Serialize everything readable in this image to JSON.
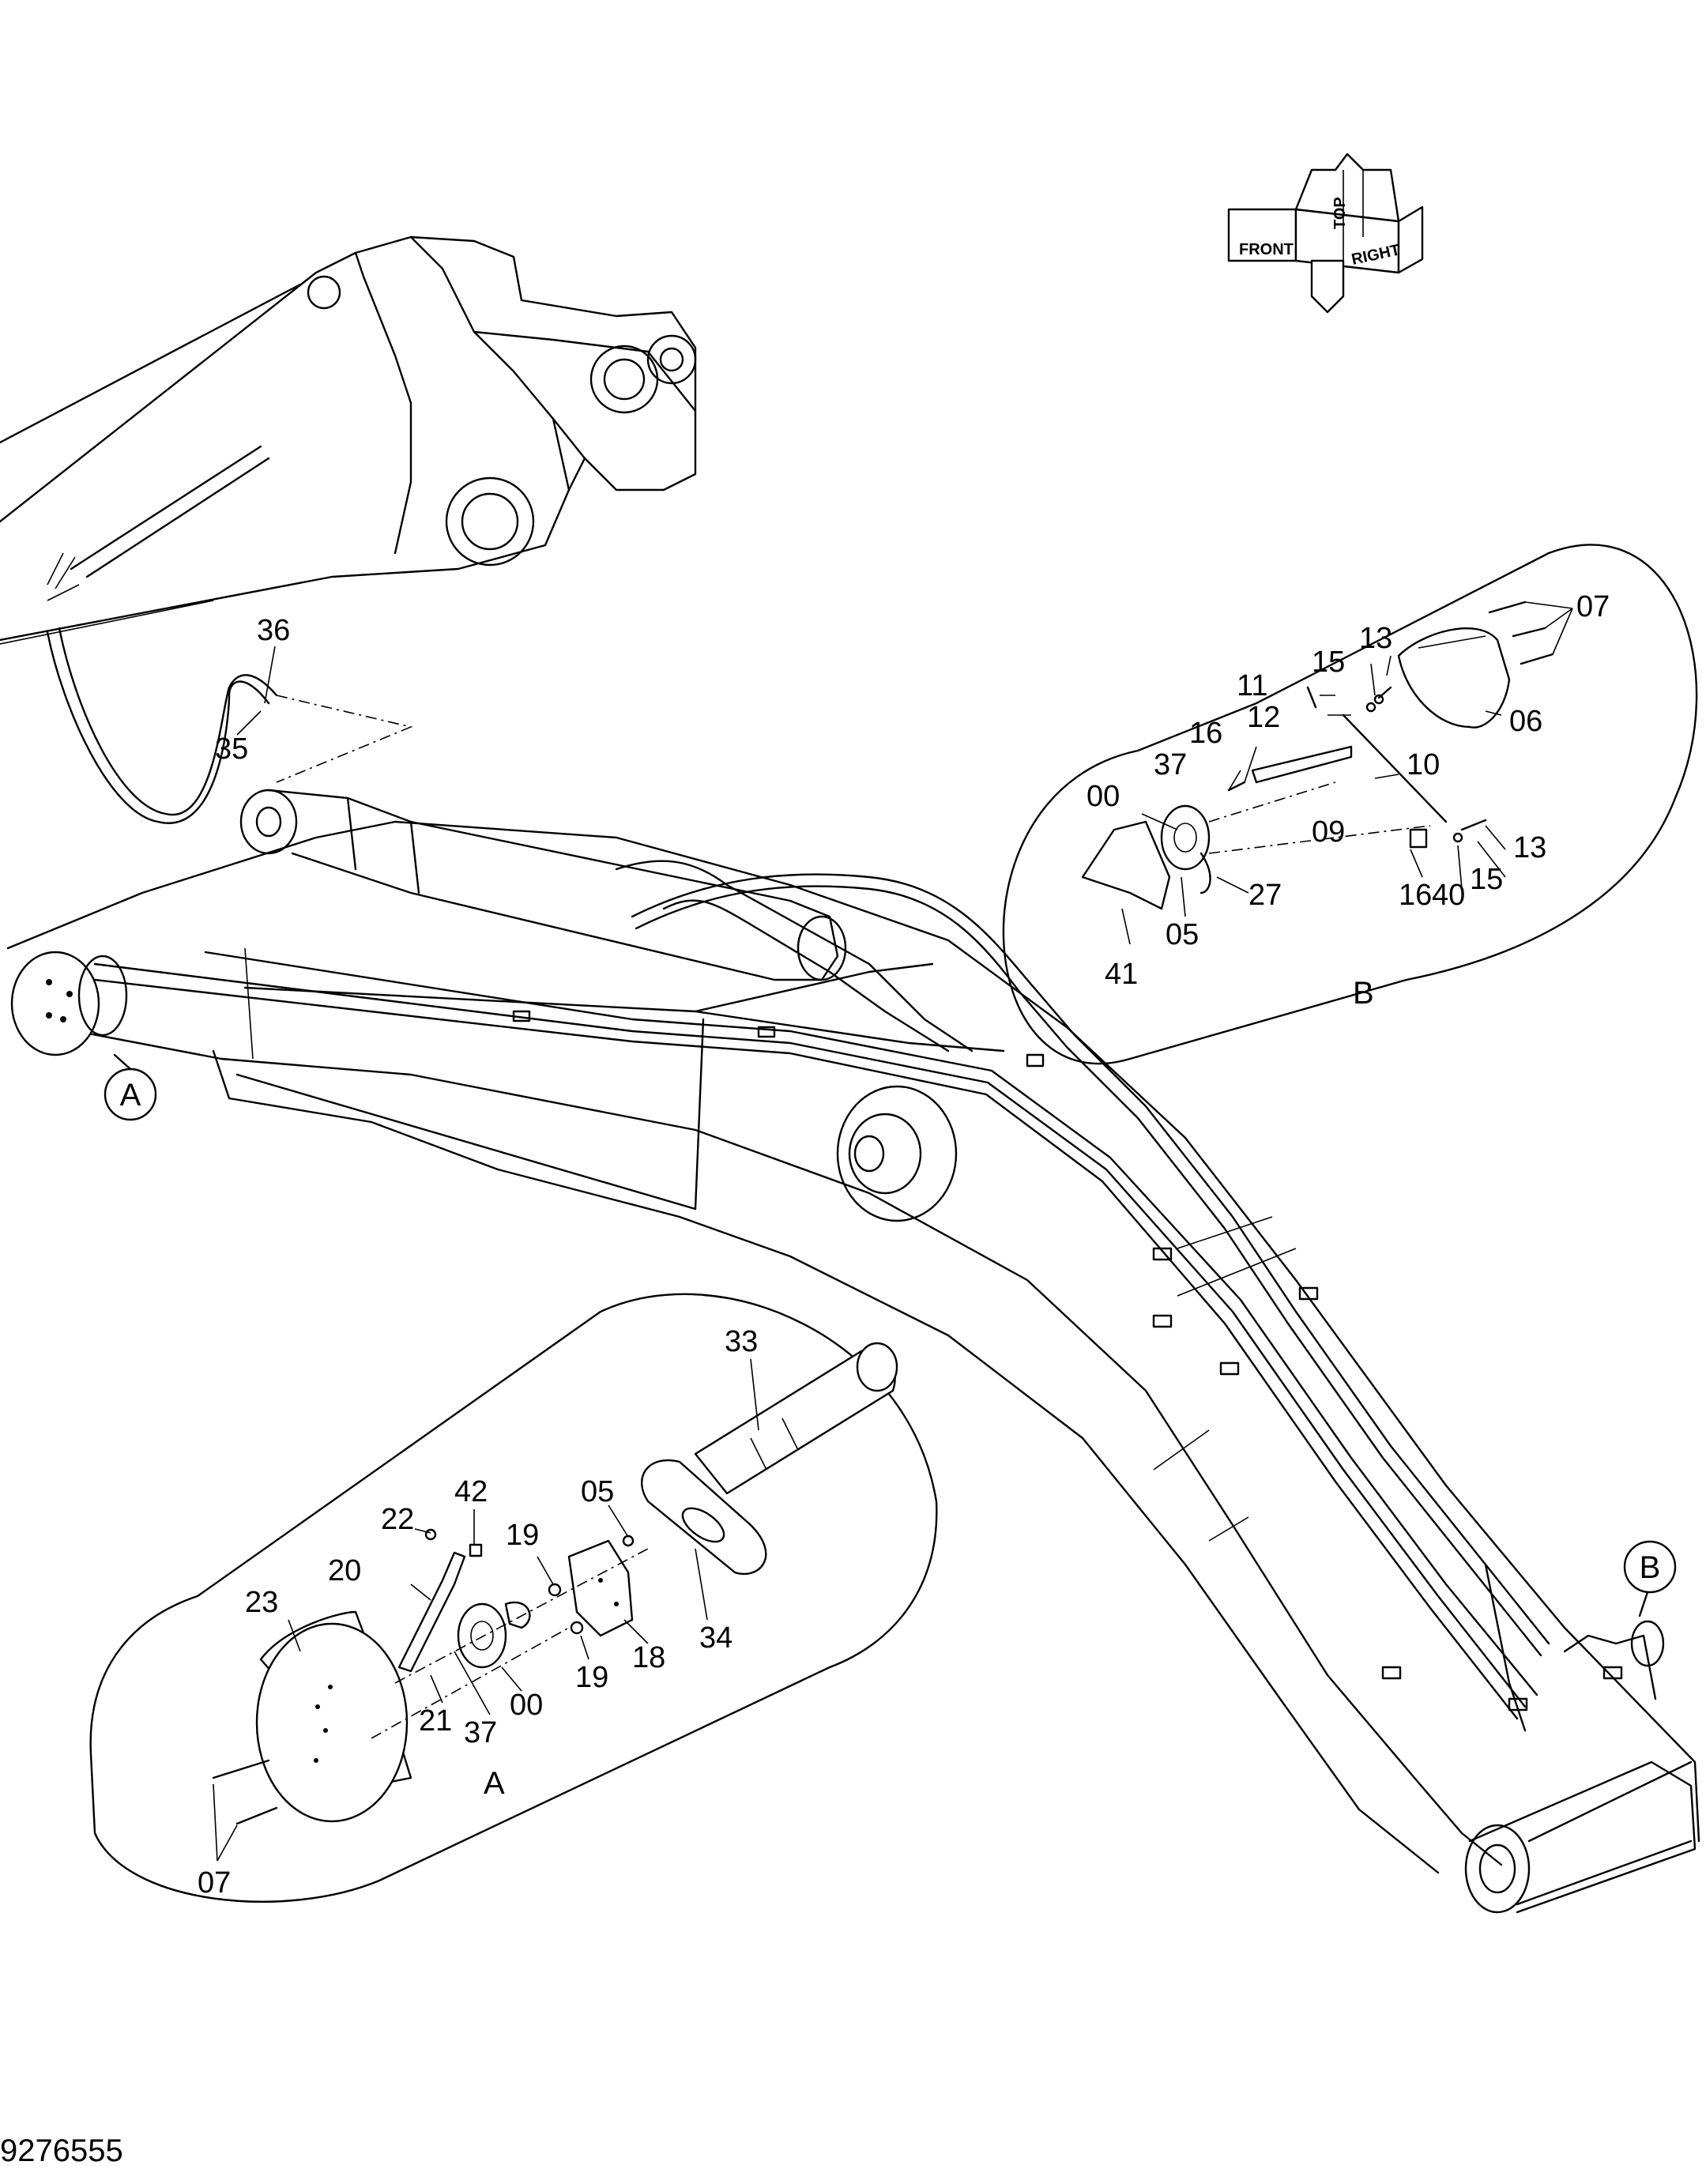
{
  "drawing_number": "9276555",
  "orientation_marker": {
    "labels": [
      "TOP",
      "FRONT",
      "RIGHT"
    ]
  },
  "callout_circles": {
    "a": "A",
    "b": "B"
  },
  "detail_a": {
    "title": "A",
    "parts": [
      "33",
      "42",
      "22",
      "05",
      "19",
      "20",
      "23",
      "34",
      "18",
      "19",
      "21",
      "37",
      "00",
      "07"
    ]
  },
  "detail_b": {
    "title": "B",
    "parts": [
      "07",
      "13",
      "15",
      "11",
      "12",
      "06",
      "16",
      "37",
      "10",
      "00",
      "09",
      "13",
      "15",
      "16",
      "40",
      "27",
      "05",
      "41"
    ]
  },
  "main_parts": [
    "36",
    "35"
  ]
}
